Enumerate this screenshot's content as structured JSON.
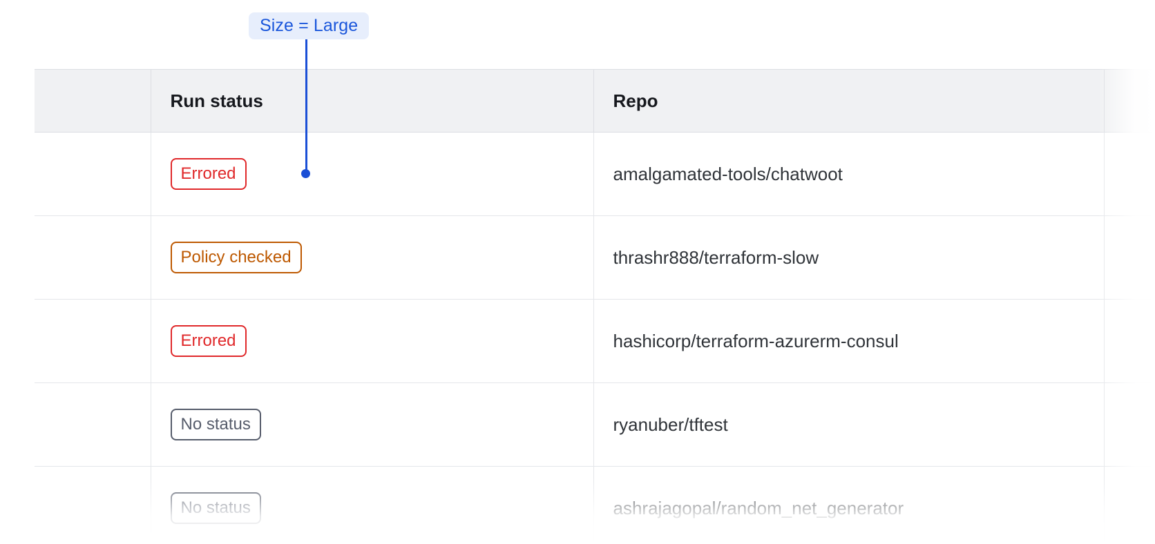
{
  "annotation": {
    "label": "Size = Large",
    "chip_bg": "#e7eefc",
    "chip_color": "#1a56db",
    "line_color": "#1a4fd6"
  },
  "table": {
    "columns": [
      {
        "key": "select",
        "label": ""
      },
      {
        "key": "run_status",
        "label": "Run status"
      },
      {
        "key": "repo",
        "label": "Repo"
      },
      {
        "key": "extra",
        "label": ""
      }
    ],
    "rows": [
      {
        "status": "Errored",
        "status_kind": "errored",
        "status_color": "#e0282a",
        "repo": "amalgamated-tools/chatwoot"
      },
      {
        "status": "Policy checked",
        "status_kind": "policy-checked",
        "status_color": "#bd5800",
        "repo": "thrashr888/terraform-slow"
      },
      {
        "status": "Errored",
        "status_kind": "errored",
        "status_color": "#e0282a",
        "repo": "hashicorp/terraform-azurerm-consul"
      },
      {
        "status": "No status",
        "status_kind": "no-status",
        "status_color": "#565c6b",
        "repo": "ryanuber/tftest"
      },
      {
        "status": "No status",
        "status_kind": "no-status",
        "status_color": "#565c6b",
        "repo": "ashrajagopal/random_net_generator"
      }
    ],
    "header_bg": "#f0f1f3",
    "border_color": "#dcdee3"
  }
}
